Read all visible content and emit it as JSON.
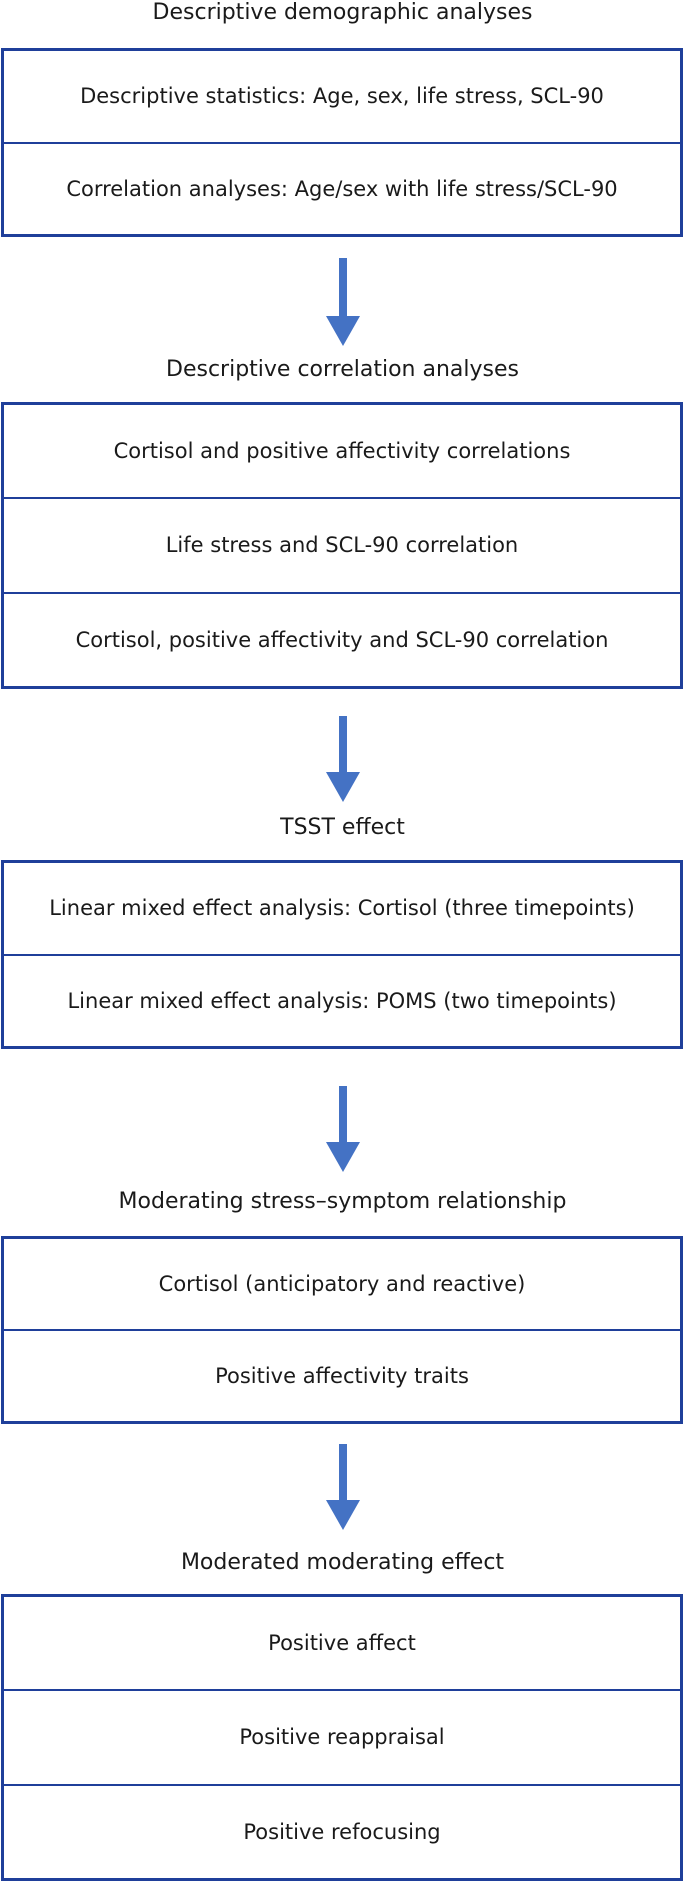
{
  "sections": [
    {
      "title": "Descriptive demographic analyses",
      "items": [
        "Descriptive statistics: Age, sex, life stress, SCL-90",
        "Correlation analyses: Age/sex with life stress/SCL-90"
      ]
    },
    {
      "title": "Descriptive correlation analyses",
      "items": [
        "Cortisol and positive affectivity correlations",
        "Life stress and SCL-90 correlation",
        "Cortisol, positive affectivity and SCL-90 correlation"
      ]
    },
    {
      "title": "TSST effect",
      "items": [
        "Linear mixed effect analysis: Cortisol (three timepoints)",
        "Linear mixed effect analysis: POMS (two timepoints)"
      ]
    },
    {
      "title": "Moderating stress–symptom relationship",
      "items": [
        "Cortisol (anticipatory and reactive)",
        "Positive affectivity traits"
      ]
    },
    {
      "title": "Moderated moderating effect",
      "items": [
        "Positive affect",
        "Positive reappraisal",
        "Positive refocusing"
      ]
    }
  ],
  "colors": {
    "box_border": "#1f3f9a",
    "arrow": "#4472c4"
  }
}
